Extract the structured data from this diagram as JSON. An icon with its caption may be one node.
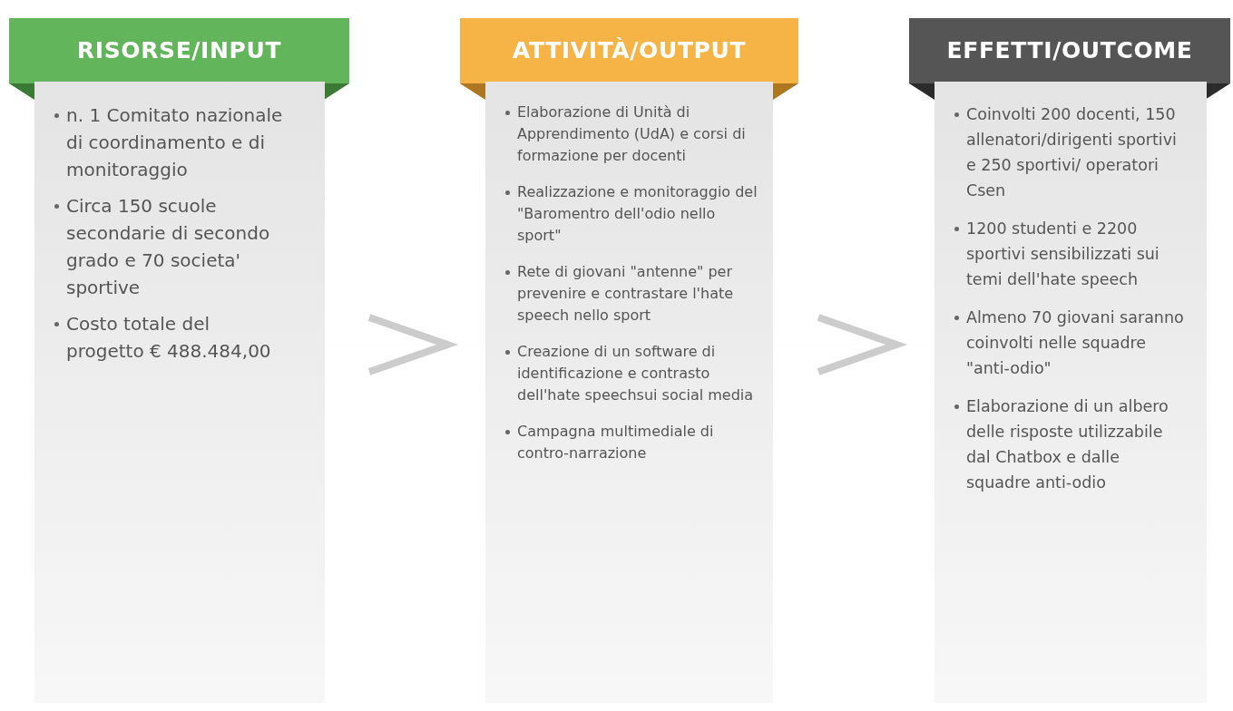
{
  "diagram": {
    "nodes": [
      {
        "text": [
          "RISORSE/INPUT"
        ]
      },
      {
        "text": [
          "n. 1 Comitato nazionale di coordinamento e di monitoraggio",
          "Circa 150 scuole secondarie di secondo grado e 70 societa' sportive",
          "Costo totale del progetto € 488.484,00"
        ]
      },
      {
        "text": [
          "ATTIVITÀ/OUTPUT"
        ]
      },
      {
        "text": [
          "Elaborazione di Unità di Apprendimento (UdA) e corsi di formazione per docenti",
          "Realizzazione e monitoraggio del \"Baromentro dell'odio nello sport\"",
          "Rete di giovani \"antenne\" per prevenire e contrastare l'hate speech nello sport",
          "Creazione di un software di identificazione e contrasto dell'hate speechsui social media",
          "Campagna multimediale di contro-narrazione"
        ]
      },
      {
        "text": [
          "EFFETTI/OUTCOME"
        ]
      },
      {
        "text": [
          "Coinvolti 200 docenti, 150 allenatori/dirigenti sportivi e 250 sportivi/ operatori Csen",
          "1200 studenti e 2200 sportivi sensibilizzati sui temi dell'hate speech",
          "Almeno 70 giovani saranno coinvolti nelle squadre \"anti-odio\"",
          "Elaborazione di un albero delle risposte utilizzabile dal Chatbox e dalle squadre anti-odio"
        ]
      }
    ],
    "edges": [
      {
        "from": 1,
        "to": 3,
        "arrow": "to",
        "color": "#cccccc"
      },
      {
        "from": 3,
        "to": 5,
        "arrow": "to",
        "color": "#cccccc"
      }
    ]
  }
}
